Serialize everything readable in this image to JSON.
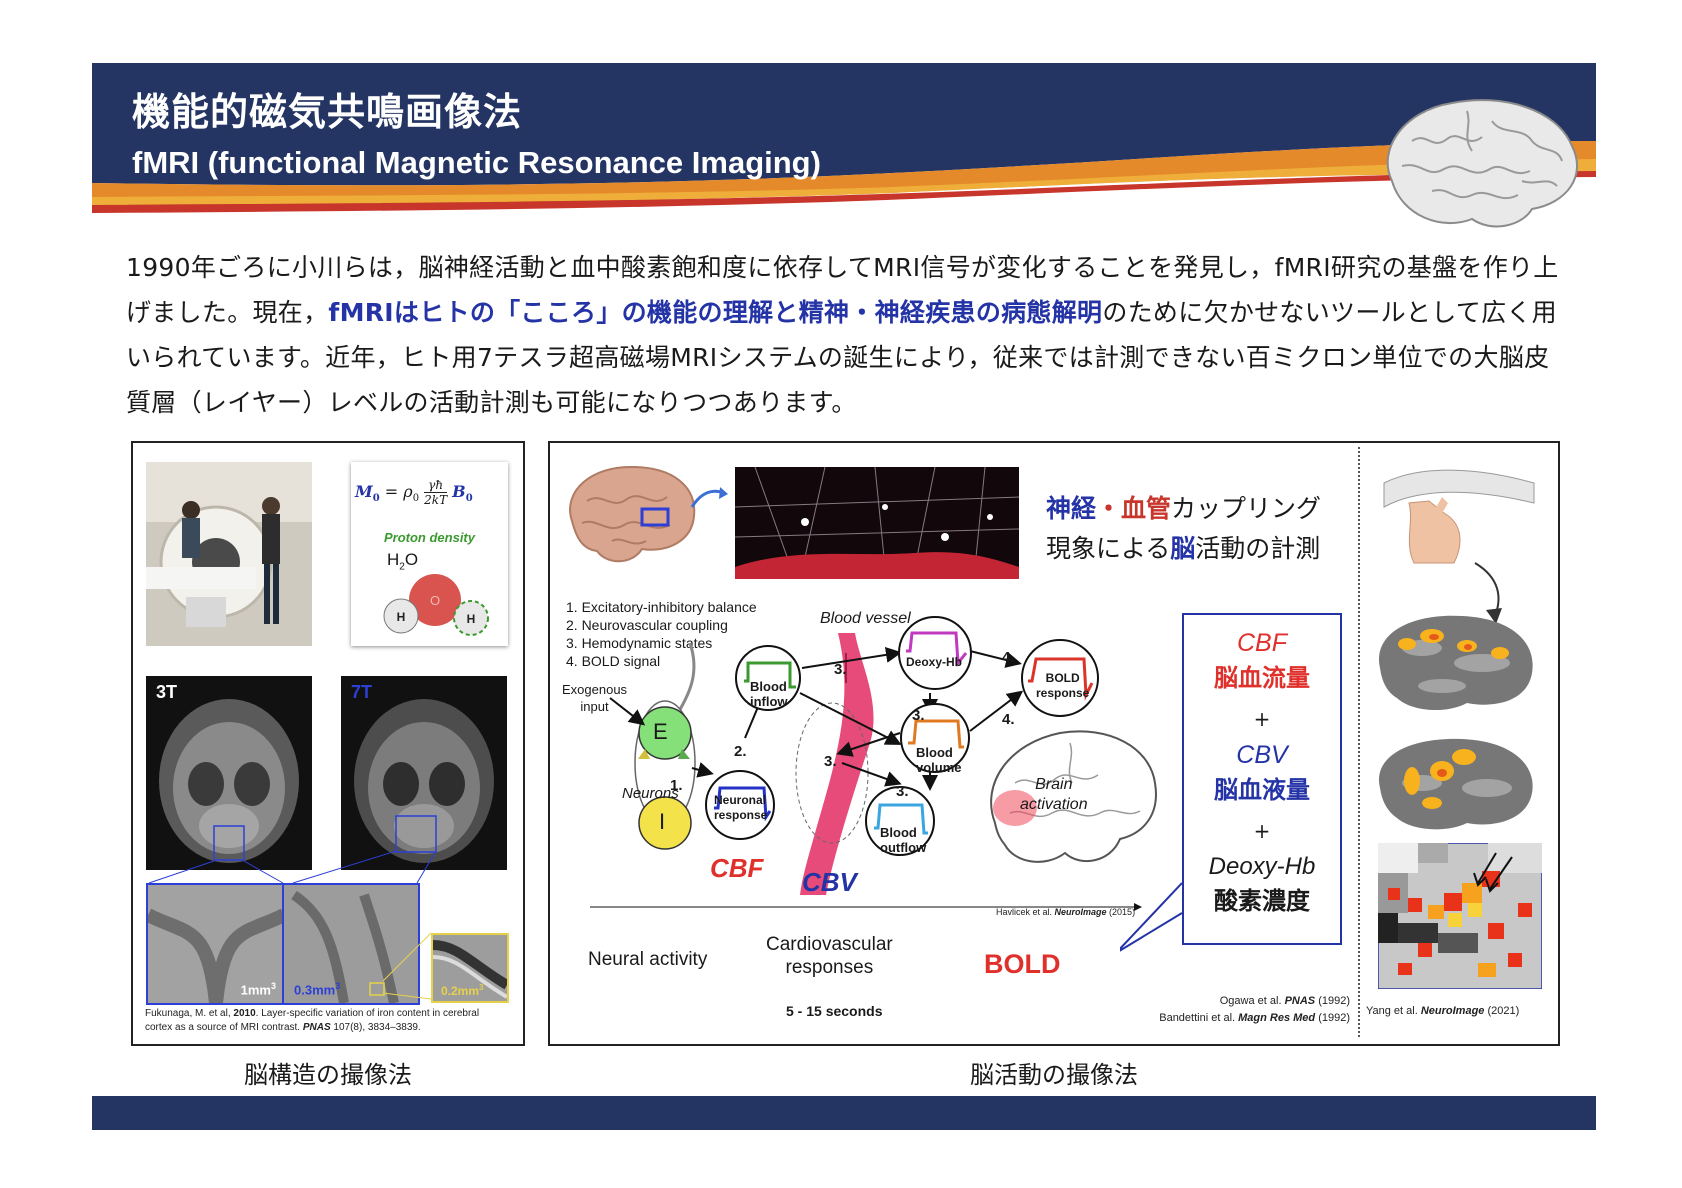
{
  "header": {
    "title_ja": "機能的磁気共鳴画像法",
    "title_en": "fMRI (functional Magnetic Resonance Imaging)",
    "colors": {
      "navy": "#243463",
      "orange": "#e07a22",
      "gold": "#f2b33a",
      "red": "#c7352b"
    }
  },
  "intro": {
    "part1": "1990年ごろに小川らは，脳神経活動と血中酸素飽和度に依存してMRI信号が変化することを発見し，fMRI研究の基盤を作り上げました。現在，",
    "highlight": "fMRIはヒトの「こころ」の機能の理解と精神・神経疾患の病態解明",
    "part2": "のために欠かせないツールとして広く用いられています。近年，ヒト用7テスラ超高磁場MRIシステムの誕生により，従来では計測できない百ミクロン単位での大脳皮質層（レイヤー）レベルの活動計測も可能になりつつあります。"
  },
  "left_panel": {
    "formula": {
      "lhs": "M",
      "lhs_sub": "0",
      "eq": "=",
      "rho": "ρ",
      "rho_sub": "0",
      "num": "γħ",
      "den": "2kT",
      "b": "B",
      "b_sub": "0"
    },
    "proton_label": "Proton density",
    "water_label": "H",
    "water_sub": "2",
    "water_label2": "O",
    "atom_o": "O",
    "atom_h": "H",
    "label_3t": "3T",
    "label_7t": "7T",
    "vox1": "1mm",
    "vox2": "0.3mm",
    "vox3": "0.2mm",
    "cubed": "3",
    "ref_line1_a": "Fukunaga, M. et al, ",
    "ref_line1_b": "2010",
    "ref_line1_c": ". Layer-specific variation of iron content in cerebral",
    "ref_line2_a": "cortex as a source of MRI contrast. ",
    "ref_line2_b": "PNAS",
    "ref_line2_c": " 107(8), 3834–3839.",
    "caption": "脳構造の撮像法"
  },
  "right_panel": {
    "coupling_title_1a": "神経",
    "coupling_title_1b": "・",
    "coupling_title_1c": "血管",
    "coupling_title_1d": "カップリング",
    "coupling_title_2a": "現象による",
    "coupling_title_2b": "脳",
    "coupling_title_2c": "活動の計測",
    "list": [
      "1. Excitatory-inhibitory balance",
      "2. Neurovascular coupling",
      "3. Hemodynamic states",
      "4. BOLD signal"
    ],
    "blood_vessel": "Blood vessel",
    "exogenous": "Exogenous",
    "input": "input",
    "e": "E",
    "i": "I",
    "neurons": "Neurons",
    "n1": "1.",
    "n2": "2.",
    "n3a": "3.",
    "n3b": "3.",
    "n3c": "3.",
    "n3d": "3.",
    "n4a": "4.",
    "n4b": "4.",
    "blood_inflow_1": "Blood",
    "blood_inflow_2": "inflow",
    "deoxy_hb": "Deoxy-Hb",
    "bold_resp_1": "BOLD",
    "bold_resp_2": "response",
    "blood_volume_1": "Blood",
    "blood_volume_2": "volume",
    "neuronal_1": "Neuronal",
    "neuronal_2": "response",
    "blood_outflow_1": "Blood",
    "blood_outflow_2": "outflow",
    "cbf_label": "CBF",
    "cbv_label": "CBV",
    "brain_act_1": "Brain",
    "brain_act_2": "activation",
    "havlicek_a": "Havlicek et al. ",
    "havlicek_b": "NeuroImage",
    "havlicek_c": " (2015)",
    "neural_activity": "Neural activity",
    "cardio_1": "Cardiovascular",
    "cardio_2": "responses",
    "bold": "BOLD",
    "seconds": "5 - 15 seconds",
    "ogawa_a": "Ogawa et al. ",
    "ogawa_b": "PNAS",
    "ogawa_c": " (1992)",
    "bandettini_a": "Bandettini et al. ",
    "bandettini_b": "Magn Res Med",
    "bandettini_c": " (1992)",
    "callout_cbf": "CBF",
    "callout_cbf_ja": "脳血流量",
    "plus1": "+",
    "callout_cbv": "CBV",
    "callout_cbv_ja": "脳血液量",
    "plus2": "+",
    "callout_deoxy": "Deoxy-Hb",
    "callout_deoxy_ja": "酸素濃度",
    "yang_a": "Yang et al. ",
    "yang_b": "NeuroImage",
    "yang_c": " (2021)",
    "caption": "脳活動の撮像法"
  }
}
